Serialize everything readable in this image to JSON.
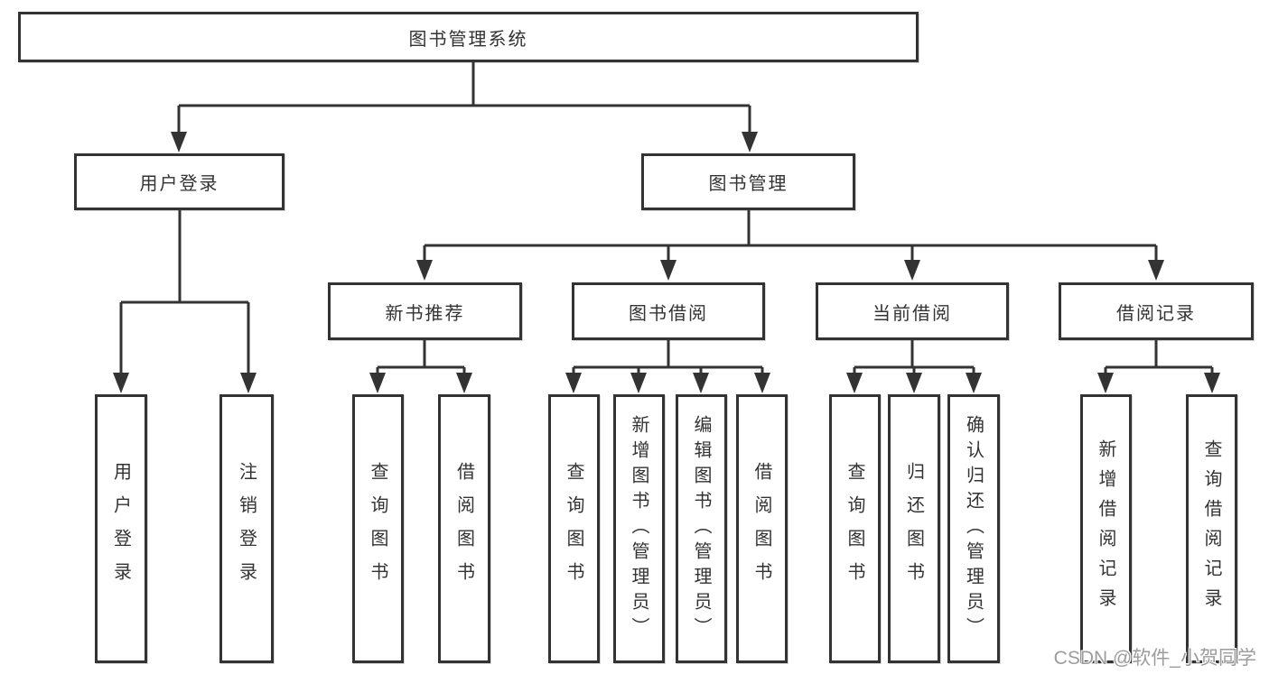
{
  "colors": {
    "background": "#ffffff",
    "line": "#333333",
    "text": "#333333",
    "box_fill": "#ffffff",
    "watermark": "#9c9c9c"
  },
  "watermark": {
    "text": "CSDN @软件_小贺同学"
  },
  "tree": {
    "root": {
      "label": "图书管理系统"
    },
    "level2": [
      {
        "label": "用户登录",
        "parent": "图书管理系统"
      },
      {
        "label": "图书管理",
        "parent": "图书管理系统"
      }
    ],
    "level3": [
      {
        "label": "新书推荐",
        "parent": "图书管理"
      },
      {
        "label": "图书借阅",
        "parent": "图书管理"
      },
      {
        "label": "当前借阅",
        "parent": "图书管理"
      },
      {
        "label": "借阅记录",
        "parent": "图书管理"
      }
    ],
    "leaves": [
      {
        "label": "用户登录",
        "parent": "用户登录"
      },
      {
        "label": "注销登录",
        "parent": "用户登录"
      },
      {
        "label": "查询图书",
        "parent": "新书推荐"
      },
      {
        "label": "借阅图书",
        "parent": "新书推荐"
      },
      {
        "label": "查询图书",
        "parent": "图书借阅"
      },
      {
        "label": "新增图书（管理员）",
        "parent": "图书借阅"
      },
      {
        "label": "编辑图书（管理员）",
        "parent": "图书借阅"
      },
      {
        "label": "借阅图书",
        "parent": "图书借阅"
      },
      {
        "label": "查询图书",
        "parent": "当前借阅"
      },
      {
        "label": "归还图书",
        "parent": "当前借阅"
      },
      {
        "label": "确认归还（管理员）",
        "parent": "当前借阅"
      },
      {
        "label": "新增借阅记录",
        "parent": "借阅记录"
      },
      {
        "label": "查询借阅记录",
        "parent": "借阅记录"
      }
    ]
  }
}
